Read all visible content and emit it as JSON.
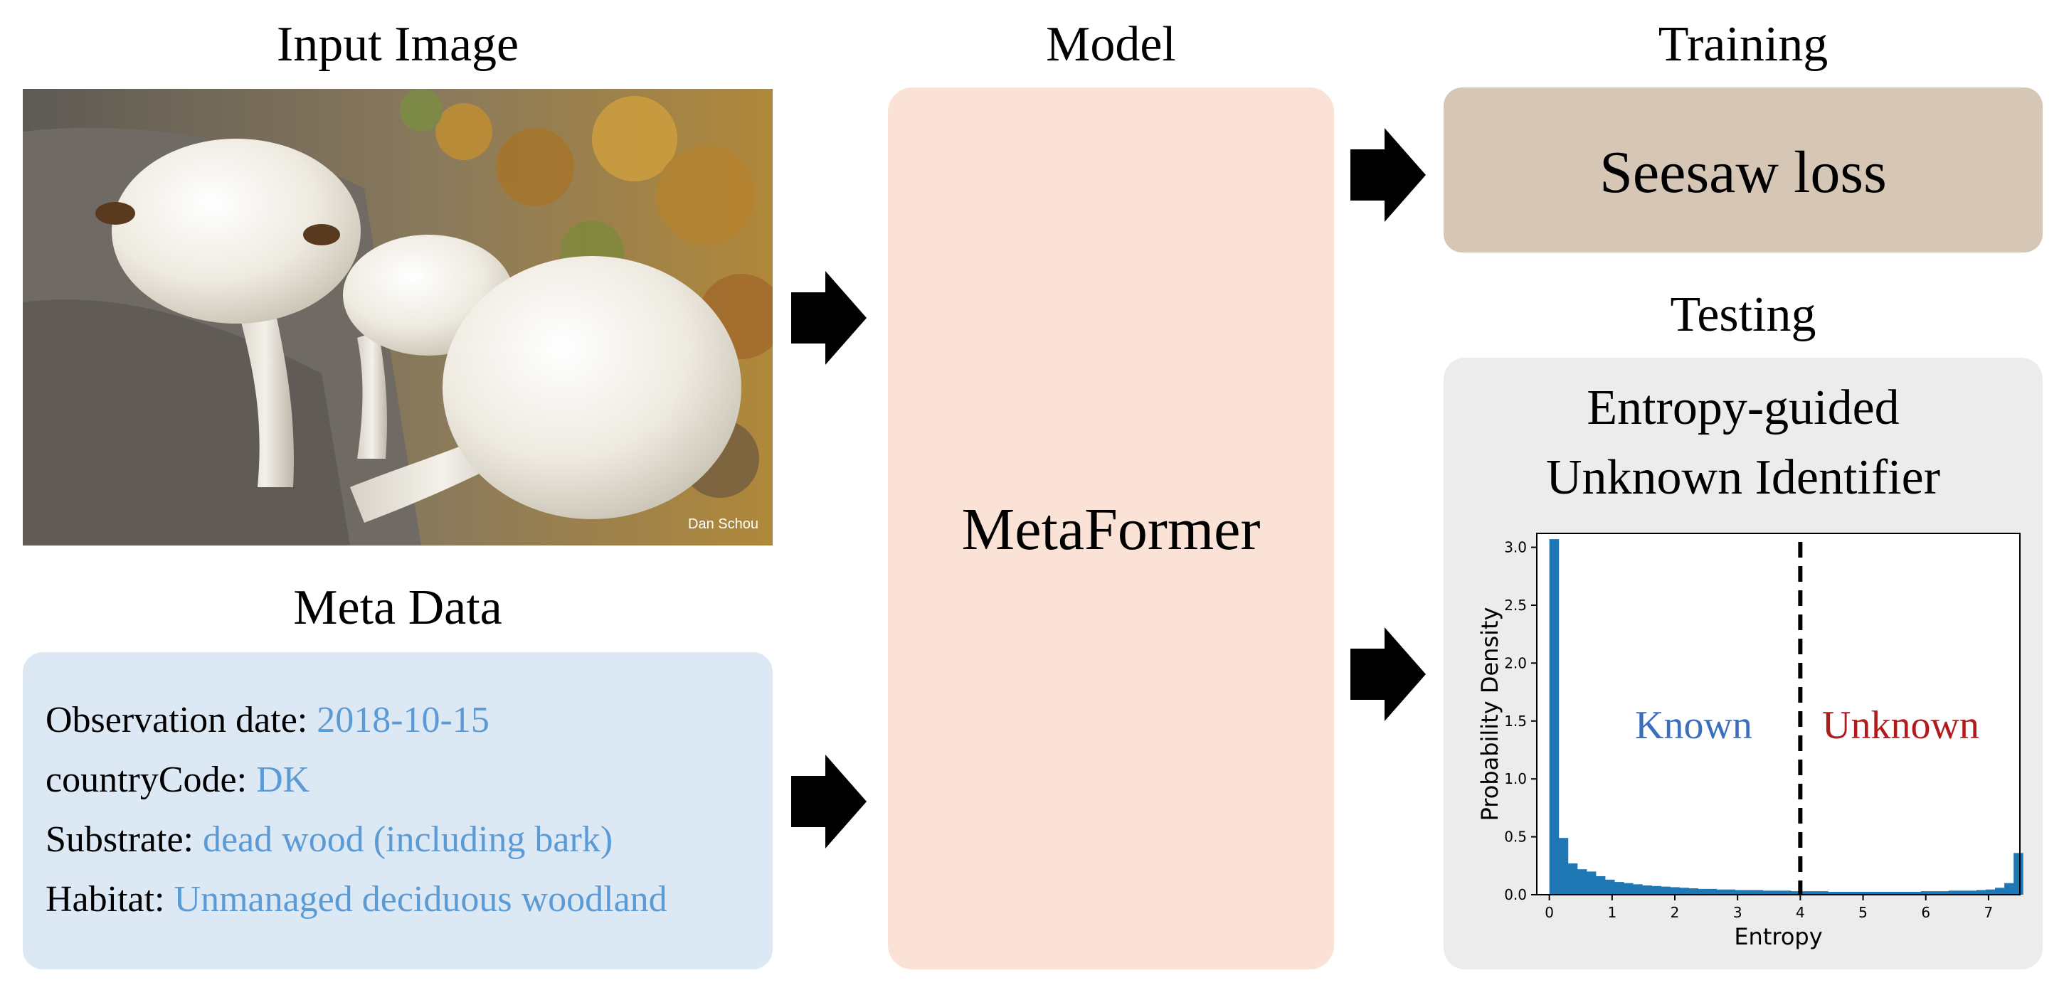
{
  "headings": {
    "input_image": "Input Image",
    "meta_data": "Meta Data",
    "model": "Model",
    "training": "Training",
    "testing": "Testing"
  },
  "photo": {
    "credit": "Dan Schou"
  },
  "meta": {
    "lines": [
      {
        "key": "Observation date: ",
        "value": "2018-10-15"
      },
      {
        "key": "countryCode: ",
        "value": "DK"
      },
      {
        "key": "Substrate: ",
        "value": "dead wood (including bark)"
      },
      {
        "key": "Habitat: ",
        "value": "Unmanaged deciduous woodland"
      }
    ]
  },
  "model": {
    "label": "MetaFormer"
  },
  "training": {
    "label": "Seesaw loss"
  },
  "testing": {
    "title_line1": "Entropy-guided",
    "title_line2": "Unknown Identifier"
  },
  "colors": {
    "meta_value": "#5b9bd5",
    "bar": "#1f77b4",
    "known": "#3a6fbf",
    "unknown": "#b01c1c"
  },
  "chart_data": {
    "type": "bar",
    "xlabel": "Entropy",
    "ylabel": "Probability Density",
    "xlim": [
      -0.2,
      7.5
    ],
    "ylim": [
      0,
      3.12
    ],
    "xticks": [
      0,
      1,
      2,
      3,
      4,
      5,
      6,
      7
    ],
    "yticks": [
      0.0,
      0.5,
      1.0,
      1.5,
      2.0,
      2.5,
      3.0
    ],
    "bin_width": 0.148,
    "bin_start": 0,
    "values": [
      3.07,
      0.49,
      0.27,
      0.22,
      0.2,
      0.16,
      0.13,
      0.11,
      0.1,
      0.09,
      0.08,
      0.075,
      0.07,
      0.065,
      0.06,
      0.055,
      0.05,
      0.05,
      0.045,
      0.045,
      0.04,
      0.04,
      0.04,
      0.035,
      0.035,
      0.035,
      0.03,
      0.03,
      0.03,
      0.03,
      0.025,
      0.025,
      0.025,
      0.025,
      0.025,
      0.025,
      0.025,
      0.025,
      0.025,
      0.025,
      0.03,
      0.03,
      0.03,
      0.035,
      0.035,
      0.035,
      0.04,
      0.045,
      0.06,
      0.1,
      0.36
    ],
    "threshold": 4,
    "annotations": {
      "known": "Known",
      "unknown": "Unknown"
    },
    "grid": false
  }
}
